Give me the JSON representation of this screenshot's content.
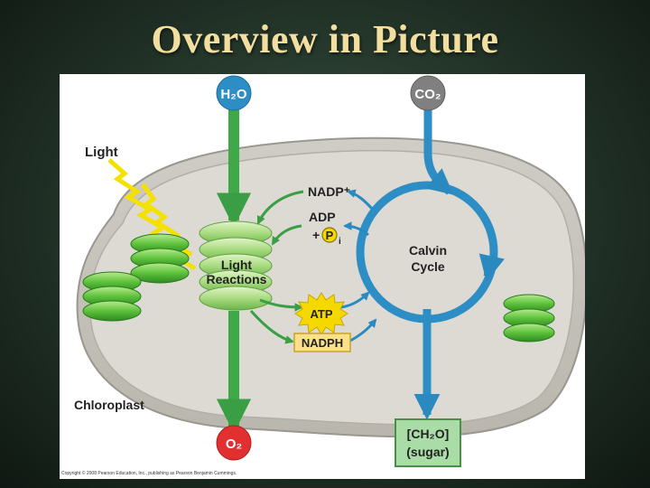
{
  "slide": {
    "title": "Overview in Picture"
  },
  "diagram": {
    "inputs": {
      "water": "H₂O",
      "carbon_dioxide": "CO₂"
    },
    "light": "Light",
    "light_reactions": [
      "Light",
      "Reactions"
    ],
    "calvin_cycle": [
      "Calvin",
      "Cycle"
    ],
    "nadp_plus": "NADP⁺",
    "adp": "ADP",
    "plus_pi": {
      "plus": "+",
      "p": "P",
      "sub": "i"
    },
    "atp": "ATP",
    "nadph": "NADPH",
    "chloroplast": "Chloroplast",
    "outputs": {
      "oxygen": "O₂",
      "sugar_formula": "[CH₂O]",
      "sugar_name": "(sugar)"
    },
    "copyright": "Copyright © 2008 Pearson Education, Inc., publishing as Pearson Benjamin Cummings."
  },
  "colors": {
    "title": "#f2dfa0",
    "green": "#3fa94a",
    "blue": "#2c8ec5",
    "oxygen": "#e23030",
    "carbon_dioxide": "#808080",
    "atp": "#f5d800",
    "nadph": "#fbe08a",
    "sugar": "#a9dca6",
    "chloroplast": "#dcdad3"
  }
}
